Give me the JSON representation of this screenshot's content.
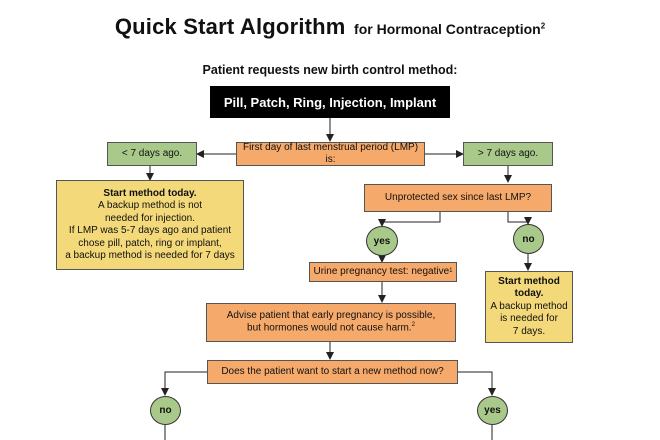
{
  "header": {
    "title_main": "Quick Start Algorithm",
    "title_sub": "for Hormonal Contraception",
    "title_sub_mark": "2"
  },
  "request_label": "Patient requests new birth control method:",
  "methods_box": "Pill, Patch, Ring, Injection, Implant",
  "lmp_question": "First day of last menstrual period (LMP) is:",
  "lt7": "< 7 days ago.",
  "gt7": "> 7 days ago.",
  "start_today_left": {
    "heading": "Start method today.",
    "lines": [
      "A backup method is not",
      "needed for injection.",
      "If LMP was 5-7 days ago and patient",
      "chose pill, patch, ring or implant,",
      "a backup method is needed for 7 days"
    ]
  },
  "unprotected_sex": "Unprotected sex since last LMP?",
  "yes_label": "yes",
  "no_label": "no",
  "pregnancy_test": "Urine pregnancy test: negative",
  "pregnancy_test_mark": "1",
  "start_today_right": {
    "heading_lines": [
      "Start method",
      "today."
    ],
    "lines": [
      "A backup method",
      "is needed for",
      "7 days."
    ]
  },
  "advise": {
    "line1": "Advise patient that early pregnancy is possible,",
    "line2": "but hormones would not cause harm.",
    "mark": "2"
  },
  "new_method_question": "Does the patient want to start a new method now?",
  "colors": {
    "orange": "#f5a96a",
    "green": "#a9c98a",
    "yellow": "#f3d97a",
    "black": "#000000"
  }
}
